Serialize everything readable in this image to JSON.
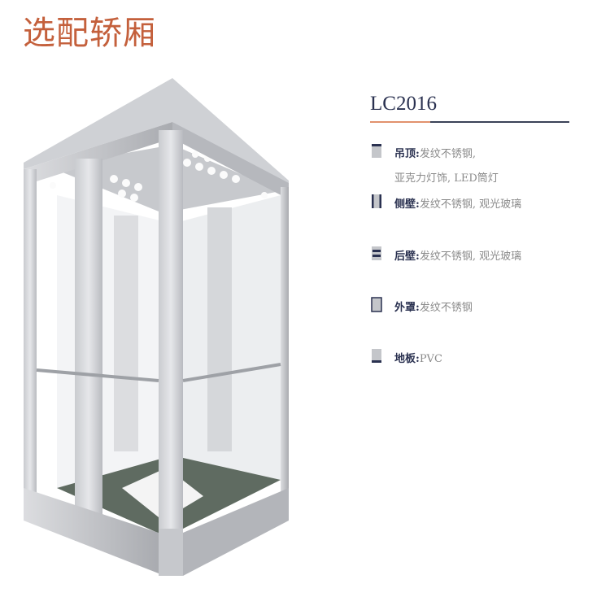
{
  "title": "选配轿厢",
  "model": "LC2016",
  "specs": [
    {
      "icon": "ceiling-icon",
      "label": "吊顶:",
      "value": "发纹不锈钢,",
      "value2": "亚克力灯饰, LED筒灯"
    },
    {
      "icon": "side-wall-icon",
      "label": "侧壁:",
      "value": "发纹不锈钢, 观光玻璃"
    },
    {
      "icon": "rear-wall-icon",
      "label": "后壁:",
      "value": "发纹不锈钢, 观光玻璃"
    },
    {
      "icon": "cover-icon",
      "label": "外罩:",
      "value": "发纹不锈钢"
    },
    {
      "icon": "floor-icon",
      "label": "地板:",
      "value": "PVC"
    }
  ],
  "colors": {
    "title": "#c4603c",
    "navy": "#2a3150",
    "accent": "#e2916d"
  }
}
